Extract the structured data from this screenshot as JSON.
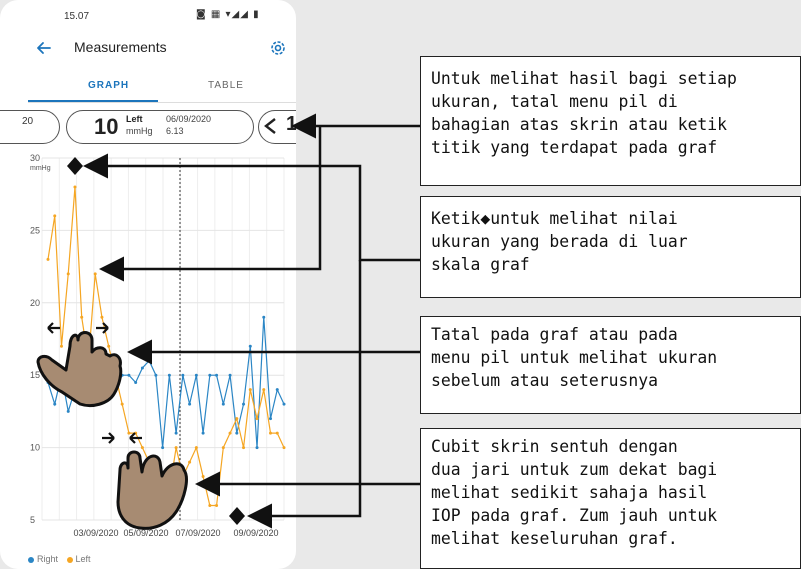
{
  "status_bar": {
    "time": "15.07",
    "icons": "◙ ▦ ▾◢◢ ▮"
  },
  "header": {
    "title": "Measurements",
    "back_icon": "arrow-left-icon",
    "settings_icon": "gear-icon"
  },
  "tabs": [
    {
      "label": "GRAPH",
      "active": true
    },
    {
      "label": "TABLE",
      "active": false
    }
  ],
  "pill_menu": {
    "previous": {
      "partial_text": "20"
    },
    "current": {
      "value": "10",
      "side": "Left",
      "unit": "mmHg",
      "date": "06/09/2020",
      "extra": "6.13"
    },
    "next": {
      "partial_text": "1"
    }
  },
  "chart_data": {
    "type": "line",
    "ylabel": "mmHg",
    "ylim": [
      5,
      30
    ],
    "yticks": [
      "30",
      "25",
      "20",
      "15",
      "10",
      "5"
    ],
    "xticks": [
      "03/09/2020",
      "05/09/2020",
      "07/09/2020",
      "09/09/2020"
    ],
    "grid": true,
    "series": [
      {
        "name": "Right",
        "color": "#2b86c5",
        "values": [
          14.5,
          13,
          15,
          12.5,
          14,
          13.5,
          15.5,
          14.5,
          14,
          15,
          14,
          15,
          15,
          14.5,
          15.5,
          16,
          15,
          10,
          15,
          11,
          15,
          13,
          15,
          11,
          15,
          15,
          13,
          15,
          11,
          13,
          17,
          10,
          19,
          12,
          14,
          13
        ]
      },
      {
        "name": "Left",
        "color": "#f5a623",
        "values": [
          23,
          26,
          17,
          22,
          28,
          19,
          16,
          22,
          19,
          17,
          15,
          13,
          11,
          11,
          10,
          9,
          8,
          6,
          7,
          10,
          8,
          9,
          10,
          8,
          6,
          6,
          10,
          11,
          12,
          10,
          14,
          12,
          14,
          11,
          11,
          10
        ]
      }
    ],
    "out_of_range_markers": [
      "diamond-top",
      "diamond-bottom"
    ],
    "selected_date": "06/09/2020"
  },
  "legend": [
    {
      "label": "Right",
      "color": "#2b86c5"
    },
    {
      "label": "Left",
      "color": "#f5a623"
    }
  ],
  "callouts": [
    {
      "lines": [
        "Untuk melihat hasil bagi setiap",
        "ukuran, tatal menu pil di",
        "bahagian atas skrin atau ketik",
        "titik yang terdapat pada graf"
      ]
    },
    {
      "lines": [
        "Ketik◆untuk melihat nilai",
        "ukuran yang berada di luar",
        "skala graf"
      ]
    },
    {
      "lines": [
        "Tatal pada graf atau pada",
        "menu pil untuk melihat ukuran",
        "sebelum atau seterusnya"
      ]
    },
    {
      "lines": [
        "Cubit skrin sentuh dengan",
        "dua jari untuk zum dekat bagi",
        "melihat sedikit sahaja hasil",
        "IOP pada graf. Zum jauh untuk",
        "melihat keseluruhan graf."
      ]
    }
  ],
  "gestures": {
    "scroll_hand": "scroll-hand-icon",
    "pinch_hand": "pinch-hand-icon"
  }
}
